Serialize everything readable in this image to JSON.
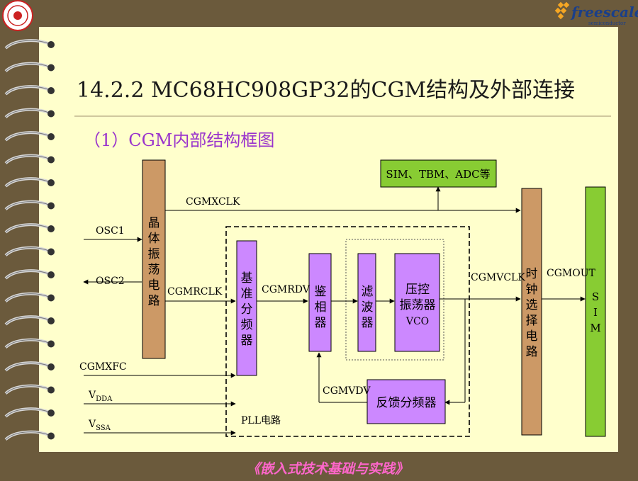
{
  "slide": {
    "title": "14.2.2 MC68HC908GP32的CGM结构及外部连接",
    "subtitle": "（1）CGM内部结构框图",
    "footer": "《嵌入式技术基础与实践》",
    "logo_right": "freescale",
    "logo_right_tagline": "semiconductor",
    "colors": {
      "frame": "#6b5a3c",
      "paper": "#ffffcc",
      "orange_block": "#cc9966",
      "purple_block": "#cc88ff",
      "green_block": "#88cc33",
      "title": "#1a1a1a",
      "subtitle": "#9933cc",
      "footer": "#ff66cc"
    }
  },
  "diagram": {
    "blocks": {
      "crystal": "晶体振荡电路",
      "ref_divider": "基准分频器",
      "phase_detector": "鉴相器",
      "filter": "滤波器",
      "vco_line1": "压控",
      "vco_line2": "振荡器",
      "vco_line3": "VCO",
      "feedback_divider": "反馈分频器",
      "clock_select": "时钟选择电路",
      "sim": "SIM",
      "sim_tbm_adc": "SIM、TBM、ADC等"
    },
    "signals": {
      "cgmxclk": "CGMXCLK",
      "osc1": "OSC1",
      "osc2": "OSC2",
      "cgmrclk": "CGMRCLK",
      "cgmrdv": "CGMRDV",
      "cgmvclk": "CGMVCLK",
      "cgmout": "CGMOUT",
      "cgmvdv": "CGMVDV",
      "cgmxfc": "CGMXFC",
      "vdda_main": "V",
      "vdda_sub": "DDA",
      "vssa_main": "V",
      "vssa_sub": "SSA",
      "pll": "PLL电路"
    }
  }
}
